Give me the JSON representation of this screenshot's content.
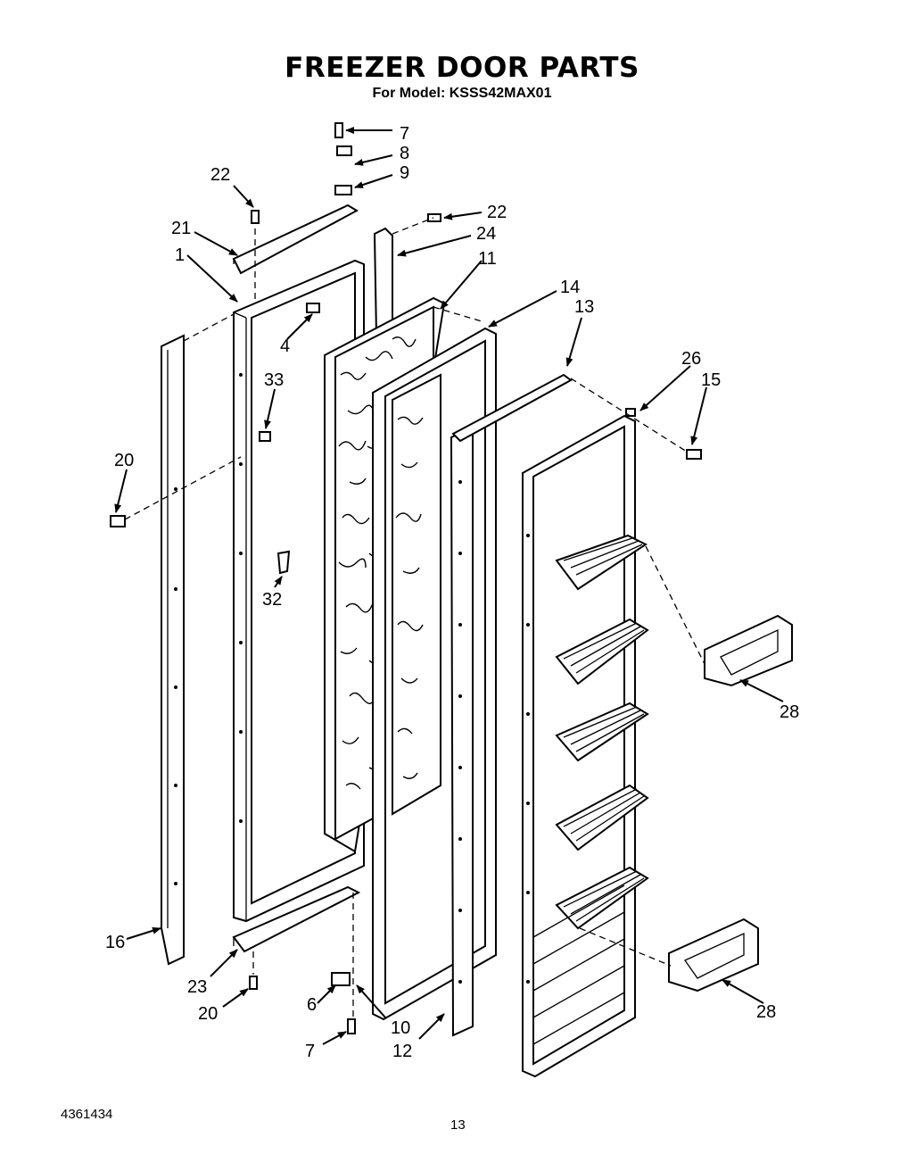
{
  "title": "FREEZER DOOR PARTS",
  "subtitle": "For Model: KSSS42MAX01",
  "doc_number": "4361434",
  "page_number": "13",
  "callouts": {
    "c1": "1",
    "c4": "4",
    "c6": "6",
    "c7a": "7",
    "c7b": "7",
    "c8": "8",
    "c9": "9",
    "c10": "10",
    "c11": "11",
    "c12": "12",
    "c13": "13",
    "c14": "14",
    "c15": "15",
    "c16": "16",
    "c20a": "20",
    "c20b": "20",
    "c21": "21",
    "c22a": "22",
    "c22b": "22",
    "c23": "23",
    "c24": "24",
    "c26": "26",
    "c28a": "28",
    "c28b": "28",
    "c32": "32",
    "c33": "33"
  }
}
